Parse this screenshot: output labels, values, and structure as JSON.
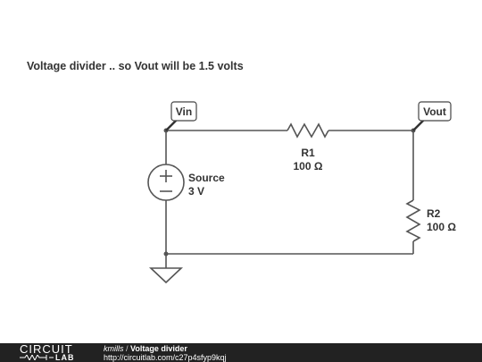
{
  "title": "Voltage divider .. so Vout will be 1.5 volts",
  "components": {
    "source": {
      "name": "Source",
      "value": "3 V"
    },
    "r1": {
      "name": "R1",
      "value": "100 Ω"
    },
    "r2": {
      "name": "R2",
      "value": "100 Ω"
    }
  },
  "probes": {
    "vin": "Vin",
    "vout": "Vout"
  },
  "footer": {
    "logo_top": "CIRCUIT",
    "logo_bottom": "LAB",
    "author": "kmills",
    "separator": "/",
    "circuit_name": "Voltage divider",
    "url": "http://circuitlab.com/c27p4sfyp9kqj"
  },
  "colors": {
    "wire": "#555555",
    "text": "#333333",
    "footer_bg": "#222222"
  }
}
